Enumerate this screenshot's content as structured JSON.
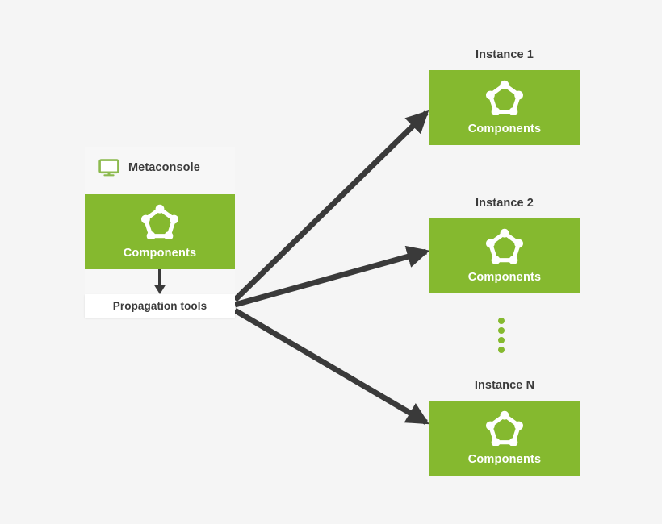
{
  "diagram": {
    "background_color": "#f5f5f5",
    "accent_color": "#85b92f",
    "text_color": "#3b3b3b"
  },
  "metaconsole": {
    "title": "Metaconsole",
    "monitor_icon": "monitor-icon",
    "card": {
      "icon": "components-pentagon-icon",
      "label": "Components",
      "color": "#85b92f"
    },
    "propagation": {
      "label": "Propagation tools"
    },
    "down_arrow": "arrow-down-icon"
  },
  "instances": [
    {
      "title": "Instance 1",
      "card": {
        "icon": "components-pentagon-icon",
        "label": "Components",
        "color": "#85b92f"
      }
    },
    {
      "title": "Instance 2",
      "card": {
        "icon": "components-pentagon-icon",
        "label": "Components",
        "color": "#85b92f"
      }
    },
    {
      "title": "Instance N",
      "card": {
        "icon": "components-pentagon-icon",
        "label": "Components",
        "color": "#85b92f"
      }
    }
  ],
  "ellipsis": {
    "name": "vertical-ellipsis",
    "dot_count": 4,
    "color": "#85b92f"
  },
  "connectors": [
    {
      "name": "arrow-to-instance-1",
      "from": "propagation-tools",
      "to": "instance-1"
    },
    {
      "name": "arrow-to-instance-2",
      "from": "propagation-tools",
      "to": "instance-2"
    },
    {
      "name": "arrow-to-instance-n",
      "from": "propagation-tools",
      "to": "instance-n"
    }
  ]
}
